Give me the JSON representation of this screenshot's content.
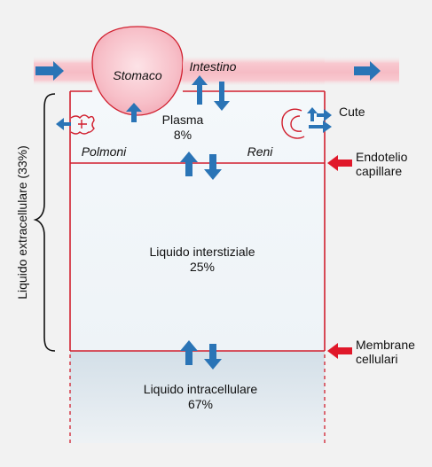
{
  "labels": {
    "stomaco": "Stomaco",
    "intestino": "Intestino",
    "plasma": "Plasma",
    "plasma_pct": "8%",
    "polmoni": "Polmoni",
    "reni": "Reni",
    "cute": "Cute",
    "endotelio_1": "Endotelio",
    "endotelio_2": "capillare",
    "interstiziale": "Liquido interstiziale",
    "interstiziale_pct": "25%",
    "membrane_1": "Membrane",
    "membrane_2": "cellulari",
    "intracellulare": "Liquido intracellulare",
    "intracellulare_pct": "67%",
    "extracellulare": "Liquido extracellulare (33%)"
  },
  "colors": {
    "background": "#f2f2f2",
    "compartment_line": "#d11f2e",
    "gut_tube": "#f8c8cf",
    "stomach": "#f5b3bd",
    "flow_arrow": "#2a74b6",
    "pointer_arrow": "#e0182a",
    "intracellular_fill": "#d9e4ec"
  },
  "icons": [
    "flow-arrow-icon",
    "lung-icon",
    "kidney-icon",
    "pointer-arrow-icon",
    "brace-icon"
  ]
}
